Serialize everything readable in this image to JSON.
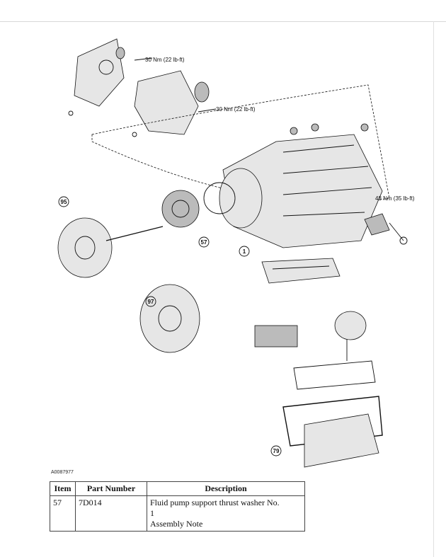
{
  "figure": {
    "reference_id": "A0087977",
    "torque_specs": [
      "30 Nm (22 lb-ft)",
      "30 Nm (22 lb-ft)",
      "48 Nm (35 lb-ft)"
    ]
  },
  "table": {
    "headers": [
      "Item",
      "Part Number",
      "Description"
    ],
    "rows": [
      {
        "item": "57",
        "part_number": "7D014",
        "description_lines": [
          "Fluid pump support thrust washer No.",
          "1",
          "Assembly Note"
        ]
      }
    ]
  }
}
